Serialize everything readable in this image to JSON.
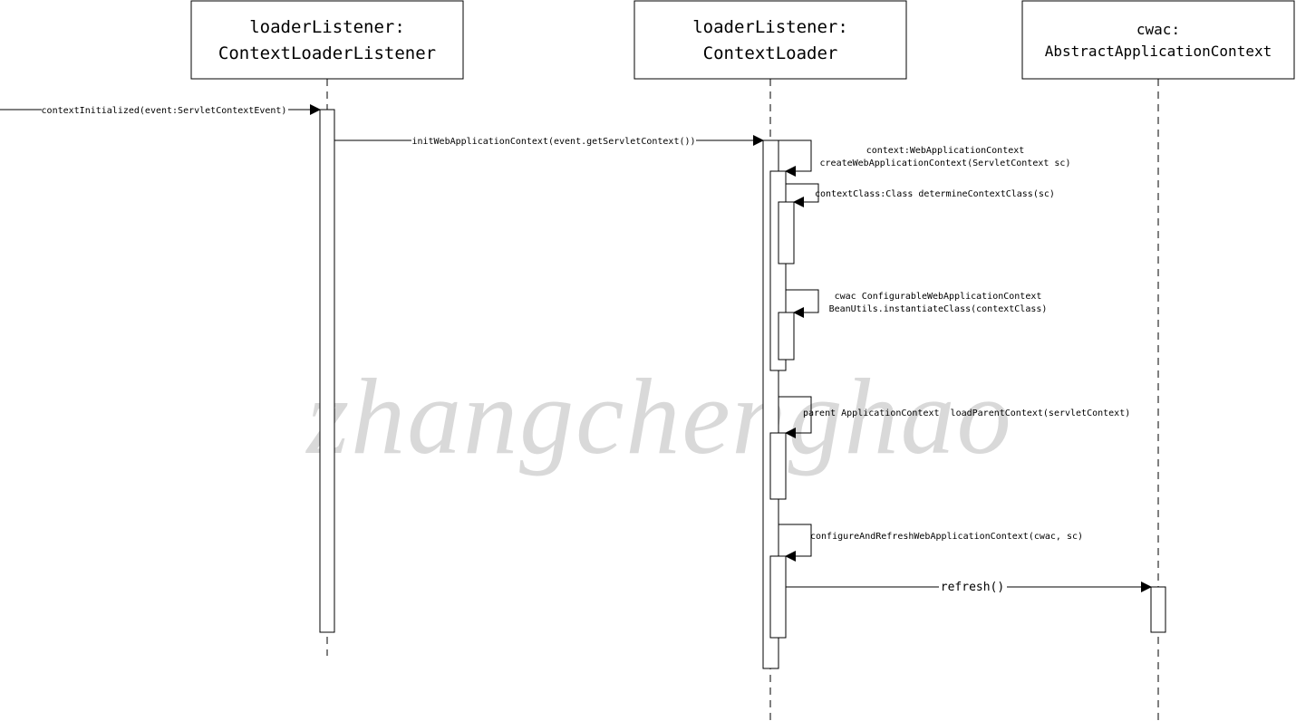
{
  "lifelines": [
    {
      "name_line1": "loaderListener:",
      "name_line2": "ContextLoaderListener"
    },
    {
      "name_line1": "loaderListener:",
      "name_line2": "ContextLoader"
    },
    {
      "name_line1": "cwac:",
      "name_line2": "AbstractApplicationContext"
    }
  ],
  "messages": {
    "context_initialized": "contextInitialized(event:ServletContextEvent)",
    "init_web_app_context": "initWebApplicationContext(event.getServletContext())",
    "create_web_app_context_line1": "context:WebApplicationContext",
    "create_web_app_context_line2": "createWebApplicationContext(ServletContext sc)",
    "determine_context_class": "contextClass:Class determineContextClass(sc)",
    "instantiate_class_line1": "cwac ConfigurableWebApplicationContext",
    "instantiate_class_line2": "BeanUtils.instantiateClass(contextClass)",
    "load_parent_context": "parent ApplicationContext  loadParentContext(servletContext)",
    "configure_and_refresh": "configureAndRefreshWebApplicationContext(cwac, sc)",
    "refresh": "refresh()"
  },
  "watermark": "zhangchenghao",
  "colors": {
    "line": "#000000",
    "watermark": "#d9d9d9"
  }
}
